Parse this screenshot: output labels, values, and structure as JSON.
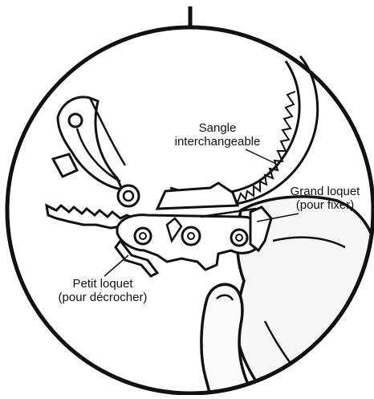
{
  "labels": {
    "strap": {
      "line1": "Sangle",
      "line2": "interchangeable"
    },
    "big_latch": {
      "line1": "Grand loquet",
      "line2": "(pour fixer)"
    },
    "small_latch": {
      "line1": "Petit loquet",
      "line2": "(pour décrocher)"
    }
  },
  "colors": {
    "line": "#111111",
    "background": "#ffffff",
    "hand_shade": "#f4f4f4"
  },
  "icons": [
    "callout-circle",
    "headband-strap",
    "grand-loquet",
    "petit-loquet",
    "hand"
  ]
}
